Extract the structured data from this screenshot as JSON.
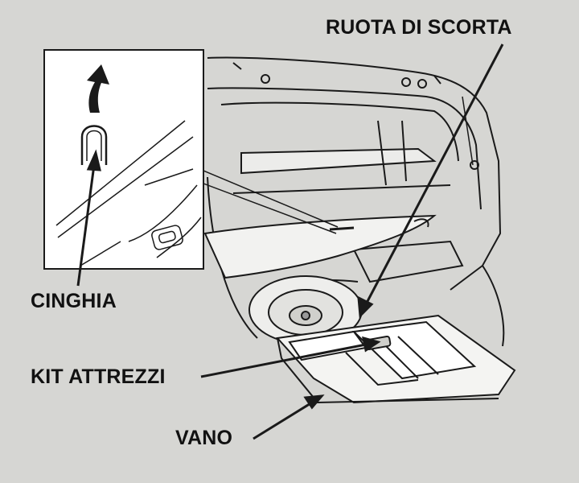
{
  "labels": {
    "spare_wheel": "RUOTA DI SCORTA",
    "strap": "CINGHIA",
    "tool_kit": "KIT ATTREZZI",
    "compartment": "VANO"
  },
  "colors": {
    "background": "#d6d6d3",
    "panel_fill": "#ffffff",
    "line": "#1a1a1a",
    "part_fill": "#f4f4f2"
  },
  "icons": {
    "pull_arrow": "arrow-up-curved-icon",
    "strap": "strap-loop-icon"
  }
}
